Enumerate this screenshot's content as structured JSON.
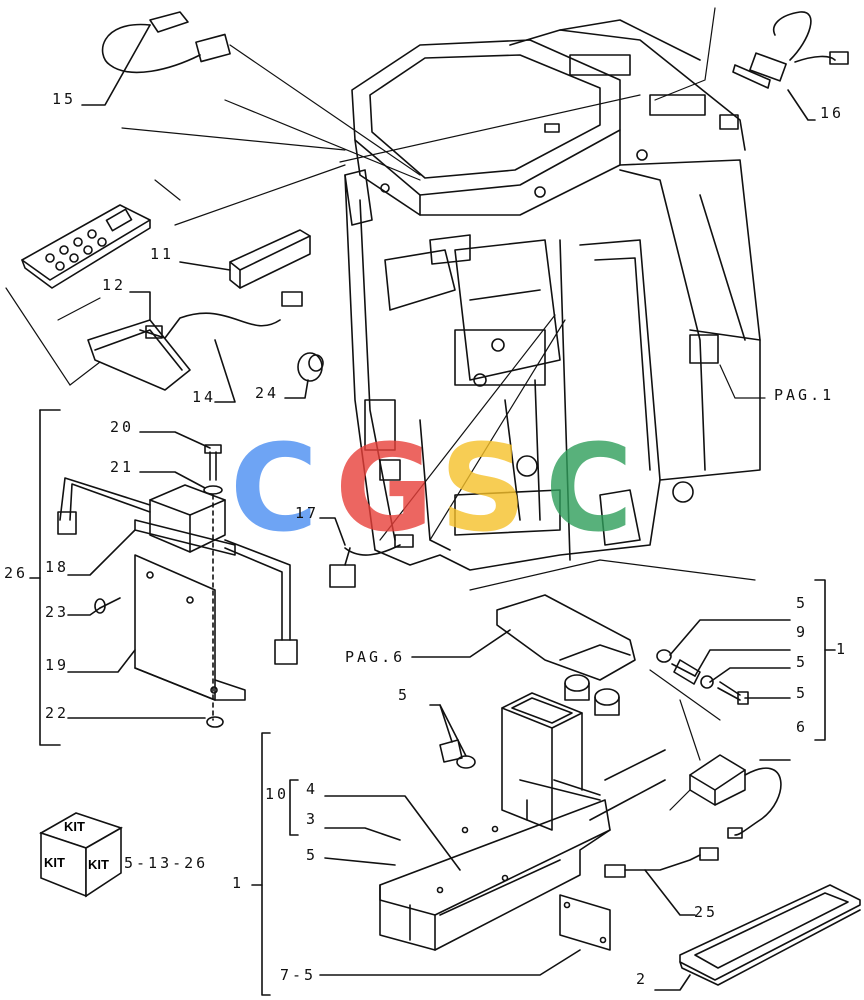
{
  "callouts": {
    "c15": "15",
    "c16": "16",
    "c11": "11",
    "c12": "12",
    "c14": "14",
    "c24": "24",
    "c20": "20",
    "c21": "21",
    "c26": "26",
    "c18": "18",
    "c23": "23",
    "c19": "19",
    "c22": "22",
    "c17": "17",
    "pag1": "PAG.1",
    "pag6": "PAG.6",
    "c5a": "5",
    "c9": "9",
    "c5b": "5",
    "c5c": "5",
    "c1a": "1",
    "c5d": "5",
    "c6": "6",
    "c10": "10",
    "c4": "4",
    "c3": "3",
    "c5e": "5",
    "c1b": "1",
    "c25": "25",
    "c75": "7-5",
    "c2": "2",
    "ref": "5-13-26"
  },
  "kit_icon": {
    "top": "KIT",
    "left": "KIT",
    "right": "KIT"
  },
  "watermark": {
    "letters": [
      "C",
      "G",
      "S",
      "C"
    ],
    "colors": [
      "#4a8ef2",
      "#e8403a",
      "#f6c12a",
      "#2f9e5b"
    ]
  }
}
